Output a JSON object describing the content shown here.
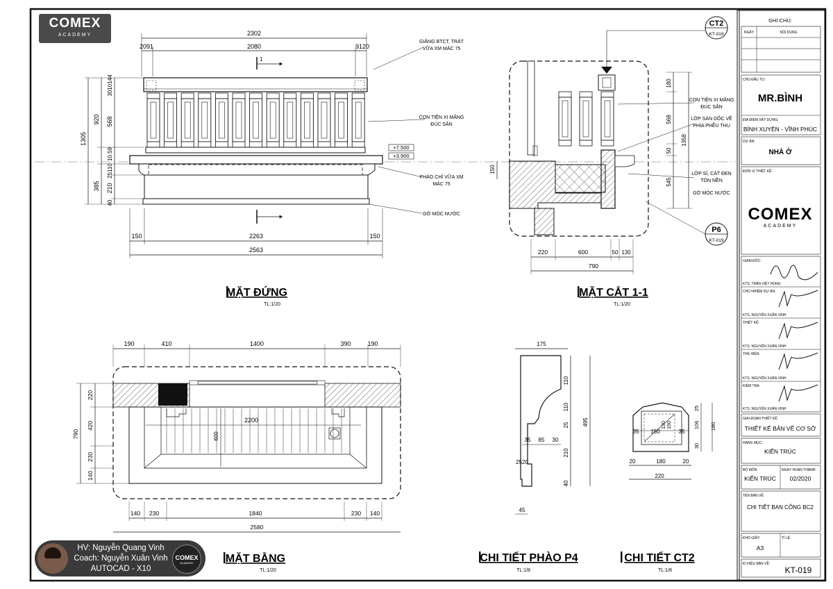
{
  "brand": {
    "logo_main": "COMEX",
    "logo_sub": "ACADEMY"
  },
  "student": {
    "line1": "HV: Nguyễn Quang Vinh",
    "line2": "Coach: Nguyễn Xuân Vinh",
    "line3": "AUTOCAD - X10"
  },
  "views": {
    "elevation": {
      "title": "MẶT ĐỨNG",
      "scale": "TL:1/20"
    },
    "section": {
      "title": "MẶT CẮT 1-1",
      "scale": "TL:1/20"
    },
    "plan": {
      "title": "MẶT BẰNG",
      "scale": "TL:1/20"
    },
    "p4": {
      "title": "CHI TIẾT PHÀO P4",
      "scale": "TL:1/8"
    },
    "ct2": {
      "title": "CHI TIẾT CT2",
      "scale": "TL:1/8"
    }
  },
  "elevation": {
    "dims_top": [
      "2302",
      "2091",
      "2080",
      "9120"
    ],
    "dims_left": [
      "1305",
      "920",
      "568",
      "3010144",
      "10.59",
      "25110",
      "385",
      "210",
      "40"
    ],
    "dims_bottom": [
      "150",
      "2263",
      "150",
      "2563"
    ],
    "levels": [
      "+7.500",
      "+3.900"
    ],
    "section_mark": "1",
    "notes": [
      "GIẰNG BTCT, TRÁT VỮA XM MÁC 75",
      "CON TIỆN XI MĂNG ĐÚC SẴN",
      "PHÀO CHỈ VỮA XM MÁC 75",
      "GỜ MÓC NƯỚC"
    ]
  },
  "section": {
    "dims_right": [
      "180",
      "568",
      "1358",
      "50",
      "545",
      "150"
    ],
    "dims_bottom": [
      "220",
      "600",
      "50",
      "130",
      "790"
    ],
    "tag_ct2": {
      "code": "CT2",
      "ref": "KT-019"
    },
    "tag_p6": {
      "code": "P6",
      "ref": "KT-019"
    },
    "notes": [
      "CON TIỆN XI MĂNG ĐÚC SẴN",
      "LỚP SÀN DỐC VỀ PHÍA PHỄU THU",
      "LỚP SỈ, CÁT ĐEN TÔN NỀN",
      "GỜ MÓC NƯỚC"
    ]
  },
  "plan": {
    "dims_top": [
      "190",
      "410",
      "1400",
      "390",
      "190"
    ],
    "dims_left": [
      "220",
      "420",
      "230",
      "140",
      "790"
    ],
    "dims_bottom": [
      "140",
      "230",
      "1840",
      "230",
      "140",
      "2580"
    ],
    "inner": [
      "2200",
      "600"
    ]
  },
  "p4": {
    "dims": [
      "175",
      "110",
      "110",
      "25",
      "210",
      "495",
      "40",
      "35",
      "85",
      "30",
      "25",
      "20",
      "45"
    ]
  },
  "ct2": {
    "dims": [
      "35",
      "150",
      "35",
      "20",
      "180",
      "20",
      "220",
      "25",
      "106",
      "30",
      "180",
      "130",
      "150"
    ]
  },
  "titleblock": {
    "notes_head": "GHI CHÚ:",
    "col_date": "NGÀY",
    "col_content": "NỘI DUNG",
    "owner_label": "CHỦ ĐẦU TƯ:",
    "owner": "MR.BÌNH",
    "location_label": "ĐỊA ĐIỂM XÂY DỰNG:",
    "location": "BÌNH XUYÊN - VĨNH PHÚC",
    "project_label": "DỰ ÁN:",
    "project": "NHÀ Ở",
    "designer_label": "ĐƠN VỊ THIẾT KẾ:",
    "director_label": "GIÁM ĐỐC:",
    "director": "KTS. TRẦN VIỆT HÙNG",
    "manager_label": "CHỦ NHIỆM DỰ ÁN:",
    "manager": "KTS. NGUYỄN XUÂN VINH",
    "design_label": "THIẾT KẾ:",
    "design": "KTS. NGUYỄN XUÂN VINH",
    "draw_label": "THỂ HIỆN:",
    "draw": "KTS. NGUYỄN XUÂN VINH",
    "check_label": "KIỂM TRA:",
    "check": "KTS. NGUYỄN XUÂN VINH",
    "stage_label": "GIAI ĐOẠN THIẾT KẾ:",
    "stage": "THIẾT KẾ BẢN VẼ CƠ SỞ",
    "category_label": "HẠNG MỤC:",
    "category": "KIẾN TRÚC",
    "dept_label": "BỘ MÔN:",
    "dept": "KIẾN TRÚC",
    "date_label": "NGÀY HOÀN THÀNH:",
    "date": "02/2020",
    "drawing_label": "TÊN BẢN VẼ:",
    "drawing": "CHI TIẾT BAN CÔNG BC2",
    "paper_label": "KHỔ GIẤY:",
    "paper": "A3",
    "ratio_label": "TỈ LỆ:",
    "sheet_label": "KÍ HIỆU BẢN VẼ:",
    "sheet": "KT-019"
  }
}
